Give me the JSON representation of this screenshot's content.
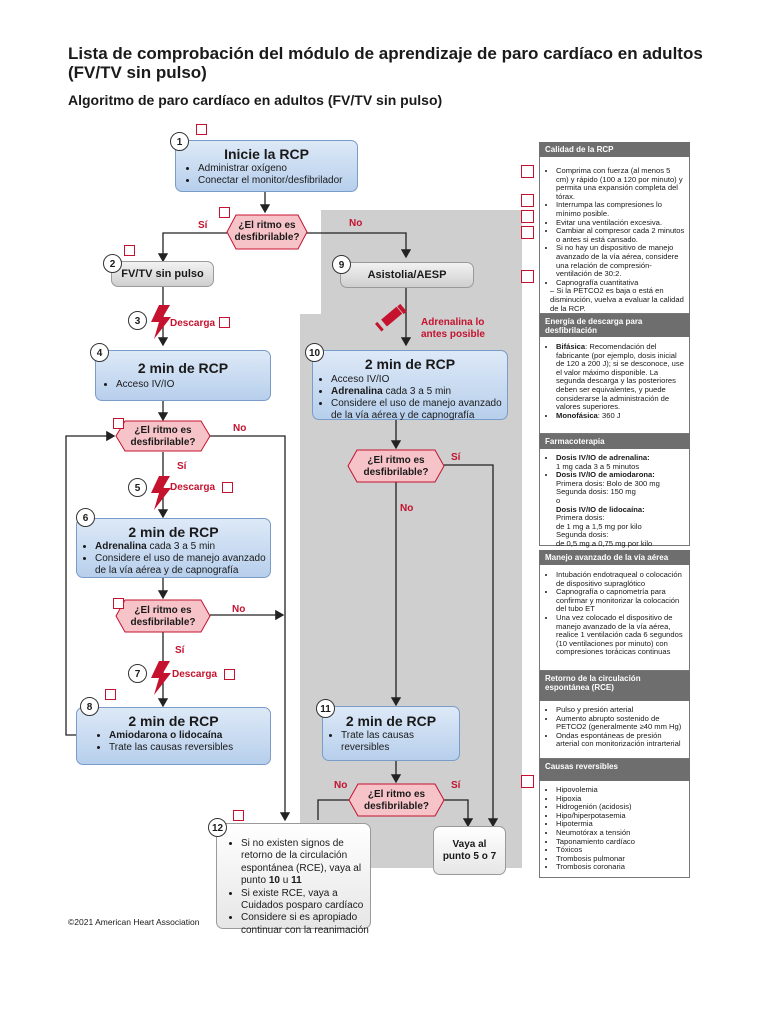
{
  "header": {
    "title": "Lista de comprobación del módulo de aprendizaje de paro cardíaco en adultos (FV/TV sin pulso)",
    "subtitle": "Algoritmo de paro cardíaco en adultos (FV/TV sin pulso)"
  },
  "flow": {
    "n1": "1",
    "n2": "2",
    "n3": "3",
    "n4": "4",
    "n5": "5",
    "n6": "6",
    "n7": "7",
    "n8": "8",
    "n9": "9",
    "n10": "10",
    "n11": "11",
    "n12": "12",
    "box1_title": "Inicie la RCP",
    "box1_items": [
      "Administrar oxígeno",
      "Conectar el monitor/desfibrilador"
    ],
    "decision": [
      "¿El ritmo es",
      "desfibrilable?"
    ],
    "si": "Sí",
    "no": "No",
    "box2": "FV/TV sin pulso",
    "box9": "Asistolia/AESP",
    "descarga": "Descarga",
    "adrenalina_lo": "Adrenalina lo",
    "antes_posible": "antes posible",
    "box4_title": "2 min de RCP",
    "box4_items": [
      "Acceso IV/IO"
    ],
    "box10_title": "2 min de RCP",
    "box10_item1": "Acceso IV/IO",
    "box10_item2_b": "Adrenalina",
    "box10_item2_r": " cada 3 a 5 min",
    "box10_item3": "Considere el uso de manejo avanzado de la vía aérea y de capnografía",
    "box6_title": "2 min de RCP",
    "box6_item1_b": "Adrenalina",
    "box6_item1_r": " cada 3 a 5 min",
    "box6_item2": "Considere el uso de manejo avanzado de la vía aérea y de capnografía",
    "box8_title": "2 min de RCP",
    "box8_items": [
      "Amiodarona o lidocaína",
      "Trate las causas reversibles"
    ],
    "box11_title": "2 min de RCP",
    "box11_items": [
      "Trate las causas reversibles"
    ],
    "box12_item1a": "Si no existen signos de retorno de la circulación espontánea (RCE), vaya al punto ",
    "box12_item1b": "10",
    "box12_item1c": " u ",
    "box12_item1d": "11",
    "box12_item2": "Si existe RCE, vaya a Cuidados posparo cardíaco",
    "box12_item3": "Considere si es apropiado continuar con la reanimación",
    "vaya1": "Vaya al",
    "vaya2": "punto 5 o 7"
  },
  "copyright": "©2021 American Heart Association",
  "side": {
    "calidad_head": "Calidad de la RCP",
    "calidad_items": [
      "Comprima con fuerza (al menos 5 cm) y rápido (100 a 120 por minuto) y permita una expansión completa del tórax.",
      "Interrumpa las compresiones lo mínimo posible.",
      "Evitar una ventilación excesiva.",
      "Cambiar al compresor cada 2 minutos o antes si está cansado.",
      "Si no hay un dispositivo de manejo avanzado de la vía aérea, considere una relación de compresión-ventilación de 30:2.",
      "Capnografía cuantitativa"
    ],
    "calidad_sub": "– Si la PETCO2 es baja o está en disminución, vuelva a evaluar la calidad de la RCP.",
    "energia_head": "Energía de descarga para desfibrilación",
    "energia_b1": "Bifásica",
    "energia_r1": ": Recomendación del fabricante (por ejemplo, dosis inicial de 120 a 200 J); si se desconoce, use el valor máximo disponible. La segunda descarga y las posteriores deben ser equivalentes, y puede considerarse la administración de valores superiores.",
    "energia_b2": "Monofásica",
    "energia_r2": ": 360 J",
    "farma_head": "Farmacoterapia",
    "farma_b1": "Dosis IV/IO de adrenalina:",
    "farma_r1": "1 mg cada 3 a 5 minutos",
    "farma_b2": "Dosis IV/IO de amiodarona:",
    "farma_r2a": "Primera dosis: Bolo de 300 mg",
    "farma_r2b": "Segunda dosis: 150 mg",
    "farma_o": "o",
    "farma_b3": "Dosis IV/IO de lidocaína:",
    "farma_r3a": "Primera dosis:",
    "farma_r3b": "de 1 mg a 1,5 mg por kilo",
    "farma_r3c": "Segunda dosis:",
    "farma_r3d": "de 0,5 mg a 0,75 mg por kilo",
    "via_head": "Manejo avanzado de la vía aérea",
    "via_items": [
      "Intubación endotraqueal o colocación de dispositivo supraglótico",
      "Capnografía o capnometría para confirmar y monitorizar la colocación del tubo ET",
      "Una vez colocado el dispositivo de manejo avanzado de la vía aérea, realice 1 ventilación cada 6 segundos (10 ventilaciones por minuto) con compresiones torácicas continuas"
    ],
    "rce_head": "Retorno de la circulación espontánea (RCE)",
    "rce_items": [
      "Pulso y presión arterial",
      "Aumento abrupto sostenido de PETCO2 (generalmente ≥40 mm Hg)",
      "Ondas espontáneas de presión arterial con monitorización intrarterial"
    ],
    "causas_head": "Causas reversibles",
    "causas_items": [
      "Hipovolemia",
      "Hipoxia",
      "Hidrogenión (acidosis)",
      "Hipo/hiperpotasemia",
      "Hipotermia",
      "Neumotórax a tensión",
      "Taponamiento cardíaco",
      "Tóxicos",
      "Trombosis pulmonar",
      "Trombosis coronaria"
    ]
  }
}
